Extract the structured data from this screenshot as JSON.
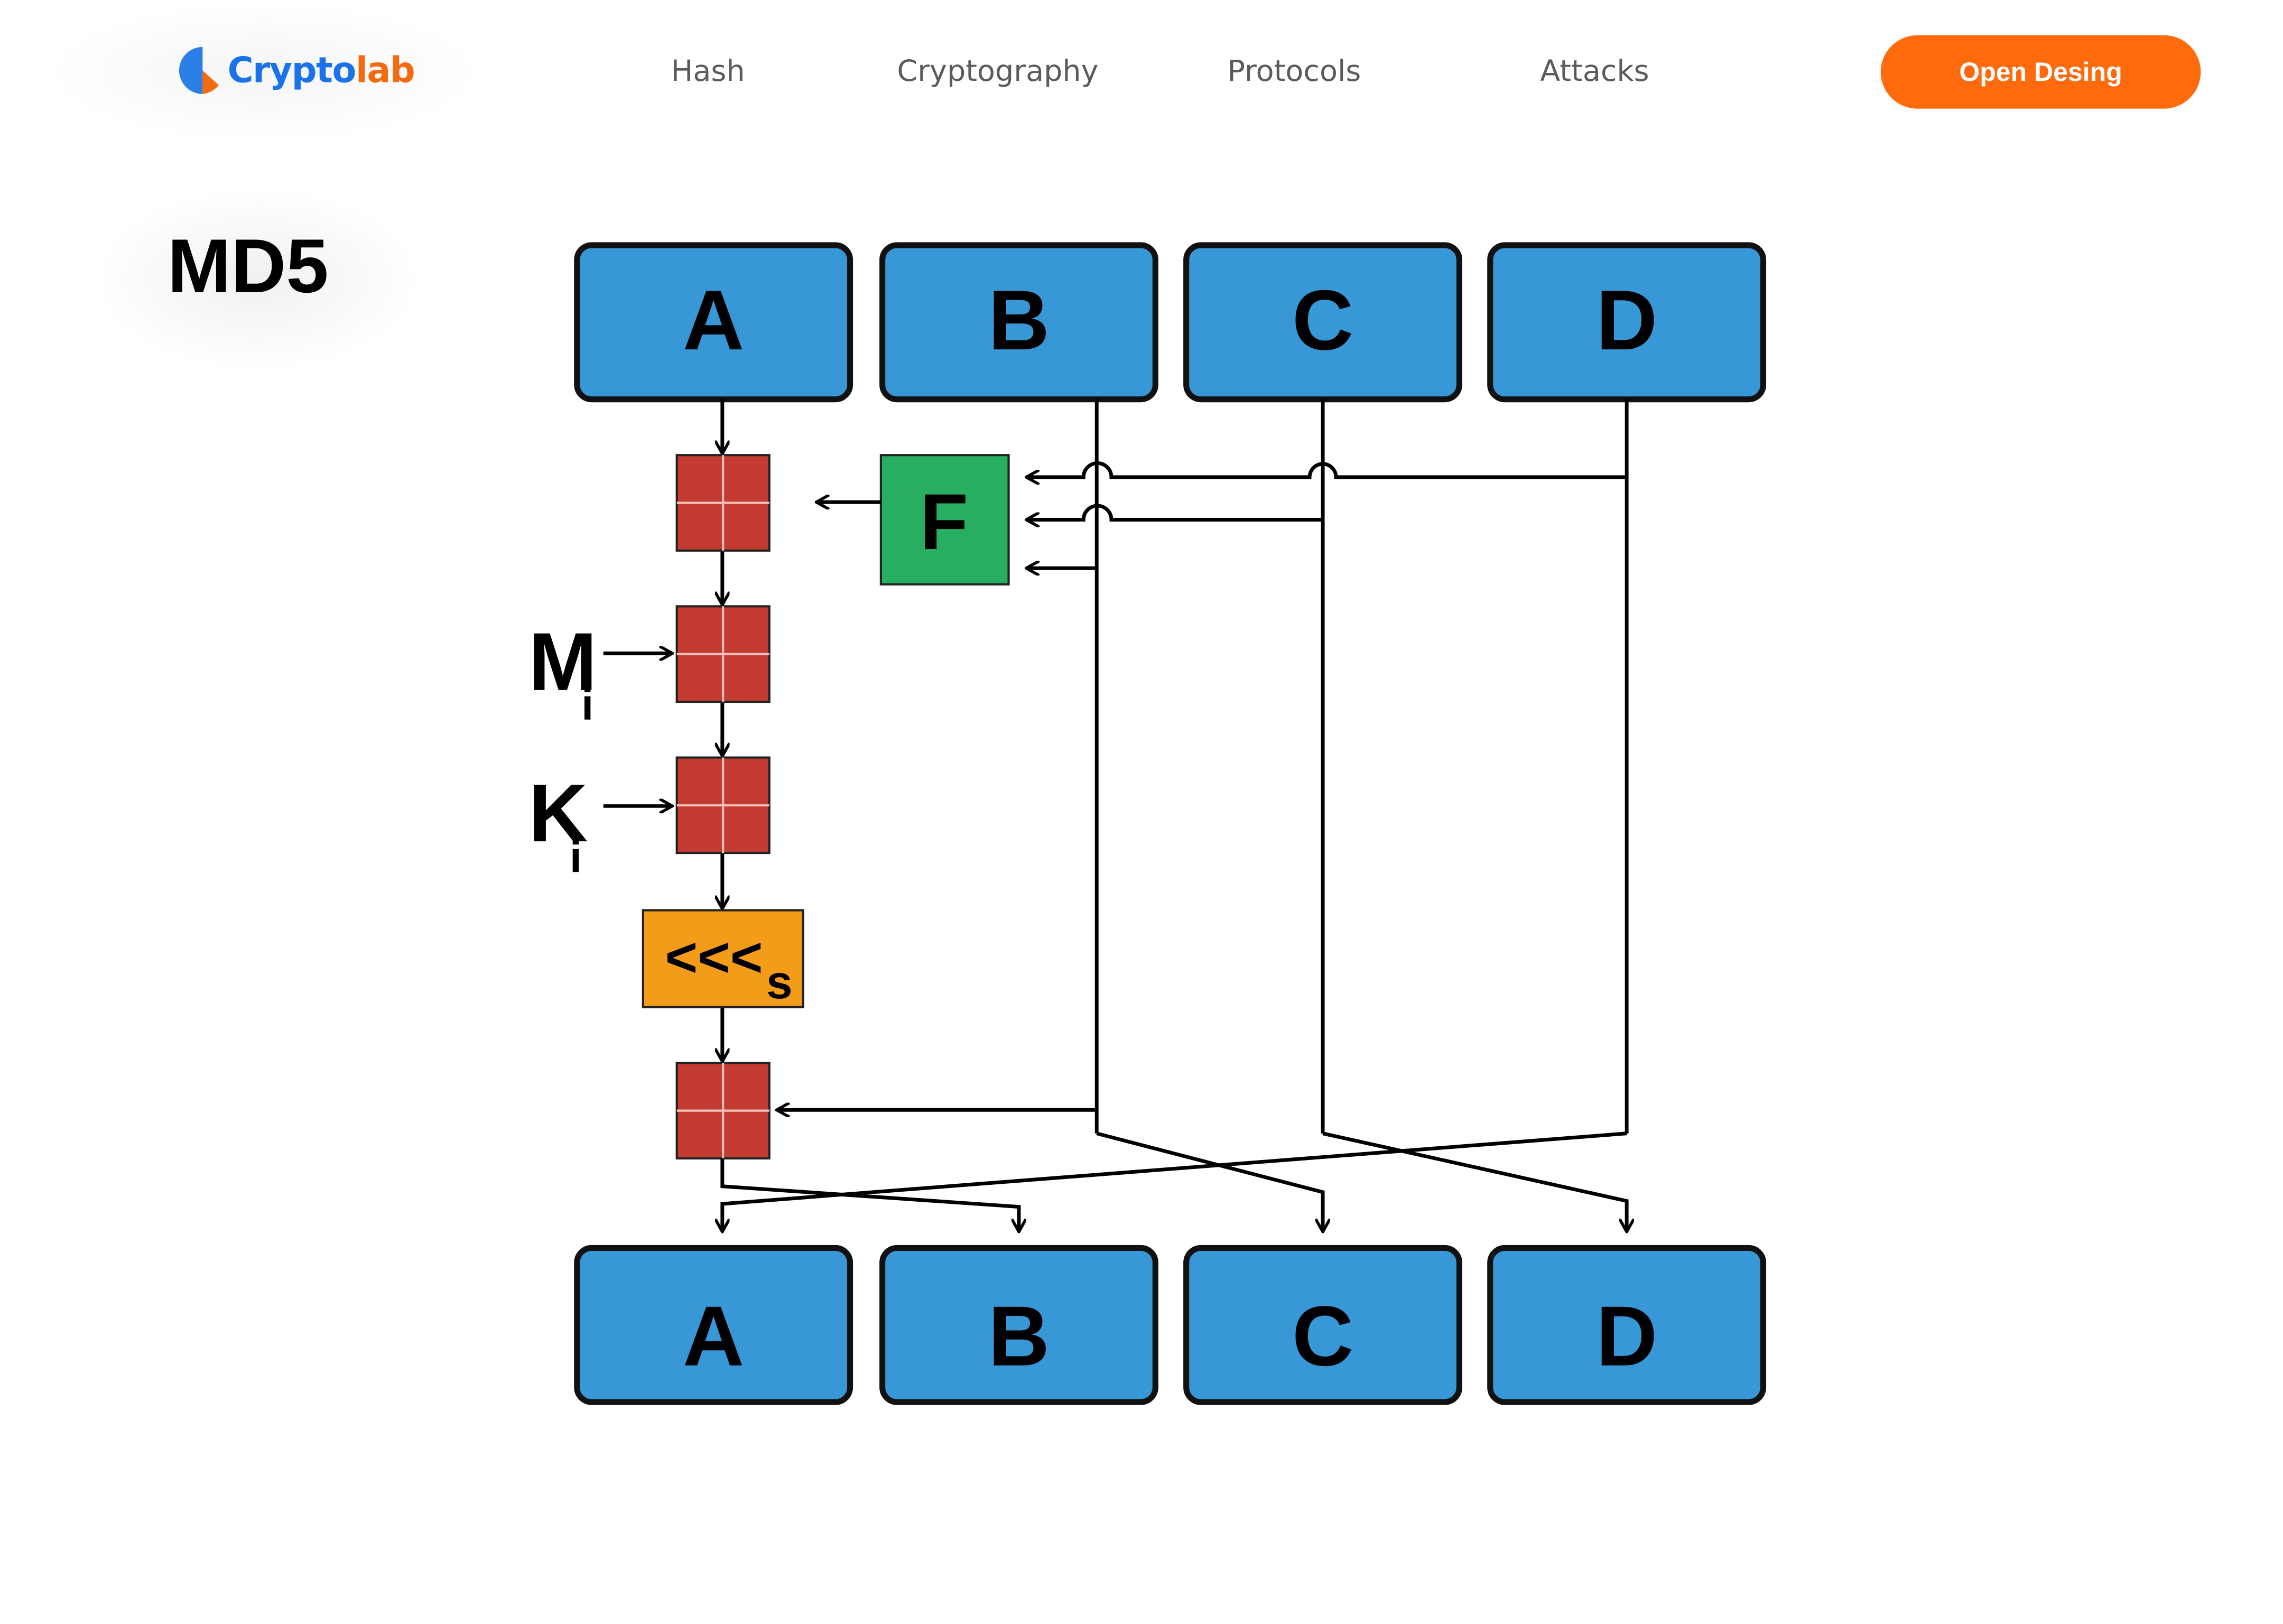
{
  "header": {
    "logo": {
      "part1": "Crypto",
      "part2": "lab"
    },
    "nav": [
      "Hash",
      "Cryptography",
      "Protocols",
      "Attacks"
    ],
    "cta_label": "Open Desing"
  },
  "page_title": "MD5",
  "diagram": {
    "top_registers": [
      "A",
      "B",
      "C",
      "D"
    ],
    "bottom_registers": [
      "A",
      "B",
      "C",
      "D"
    ],
    "function_label": "F",
    "message_label": "M",
    "message_subscript": "i",
    "constant_label": "K",
    "constant_subscript": "i",
    "rotate_label": "<<<",
    "rotate_subscript": "s"
  },
  "colors": {
    "register_fill": "#3897d7",
    "adder_fill": "#c33b31",
    "function_fill": "#27ae60",
    "rotate_fill": "#f39c1a",
    "accent": "#fe6a0c",
    "brand_blue": "#1a73e8"
  }
}
